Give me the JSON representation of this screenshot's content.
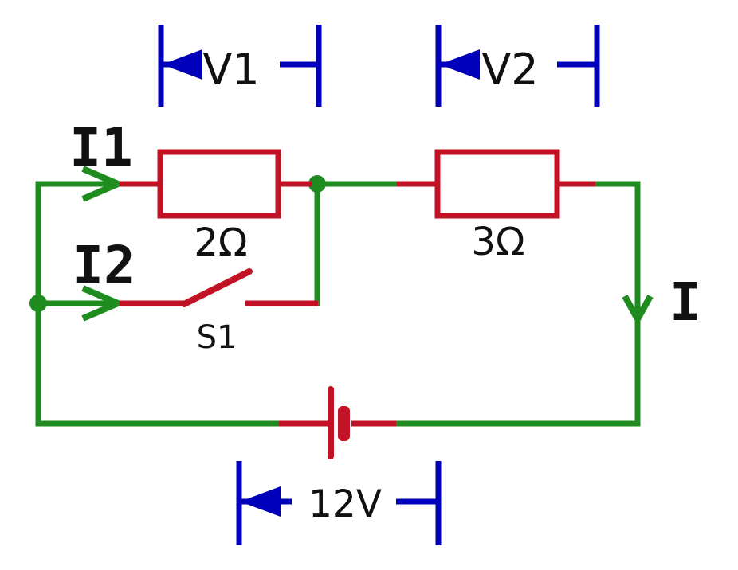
{
  "diagram": {
    "kind": "circuit-schematic",
    "background": "#ffffff",
    "colors": {
      "wire_green": "#1e8c1e",
      "component_red": "#c11325",
      "annotation_blue": "#0000bb",
      "label_black": "#111111"
    },
    "labels": {
      "i1": "I1",
      "i2": "I2",
      "i_total": "I",
      "v1": "V1",
      "v2": "V2",
      "r1_value": "2Ω",
      "r2_value": "3Ω",
      "switch_name": "S1",
      "battery_voltage": "12V"
    }
  }
}
